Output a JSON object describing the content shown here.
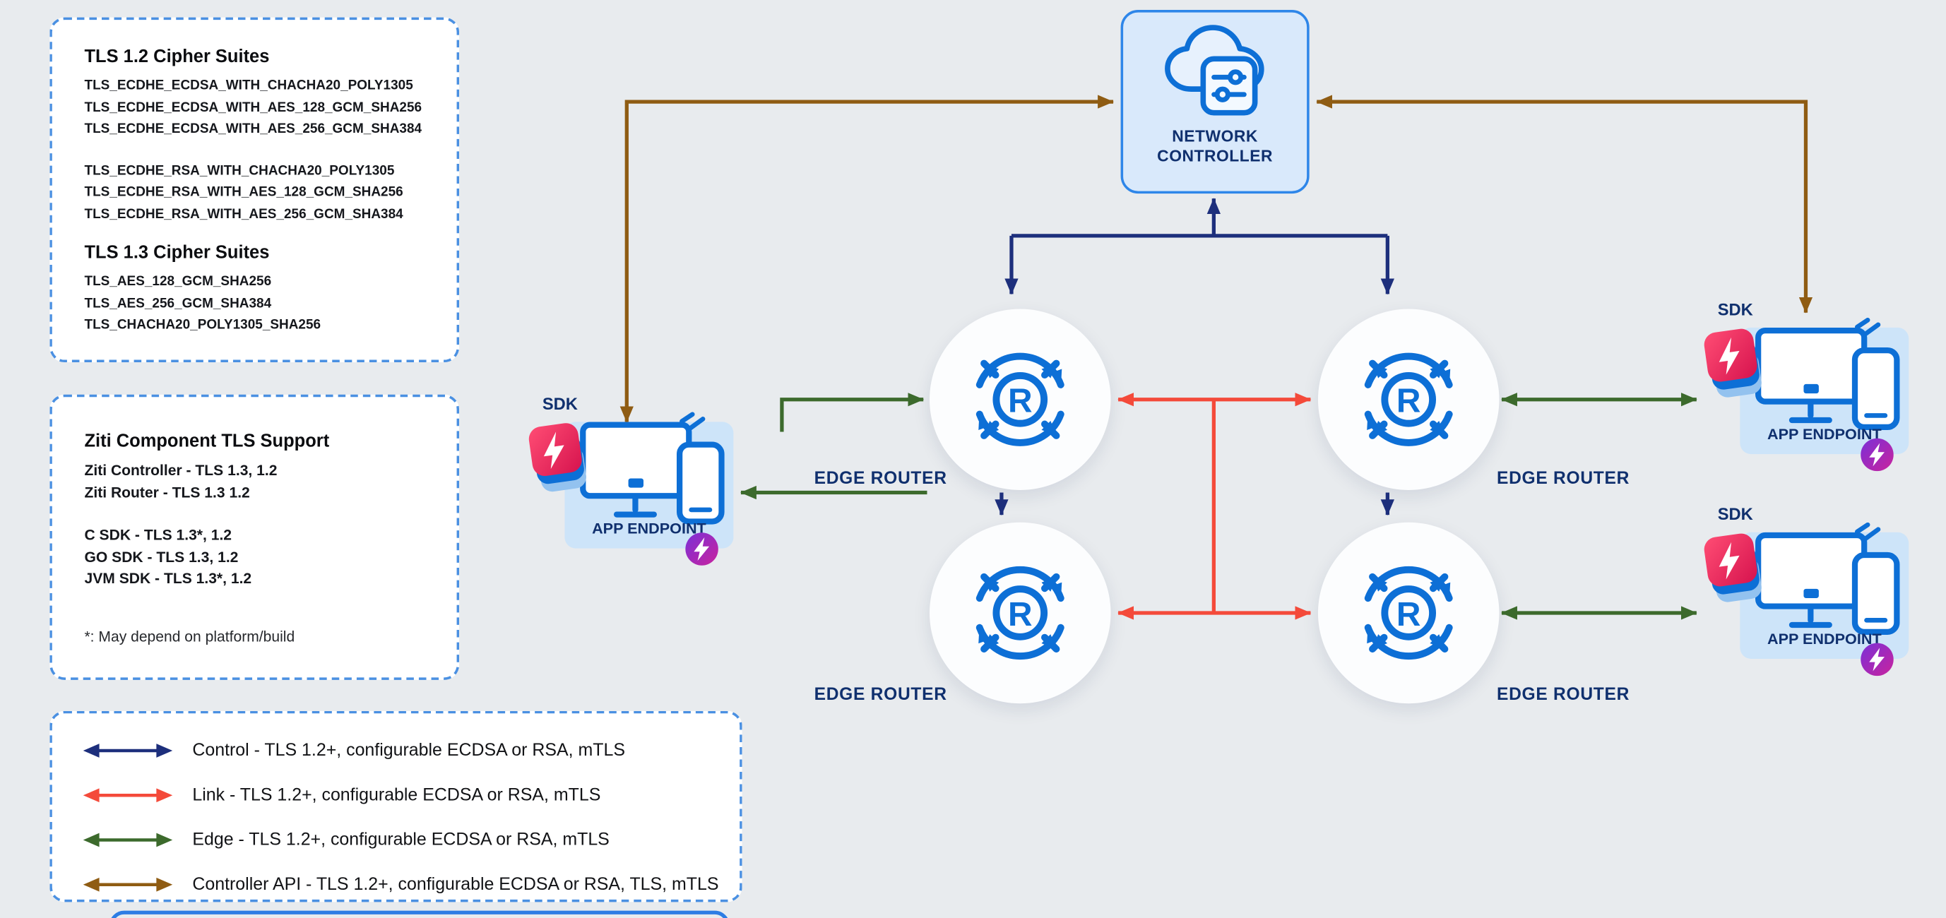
{
  "colors": {
    "control": "#1d2f7c",
    "link": "#f44a3a",
    "edge": "#3c6a2c",
    "api": "#8f5c13",
    "icon_blue": "#0d6fd6",
    "navy_text": "#10306e",
    "panel_border": "#4a90e2",
    "background": "#e8ebee"
  },
  "cipher_panel": {
    "tls12_title": "TLS 1.2 Cipher Suites",
    "tls12_ecdsa_suites": [
      "TLS_ECDHE_ECDSA_WITH_CHACHA20_POLY1305",
      "TLS_ECDHE_ECDSA_WITH_AES_128_GCM_SHA256",
      "TLS_ECDHE_ECDSA_WITH_AES_256_GCM_SHA384"
    ],
    "tls12_rsa_suites": [
      "TLS_ECDHE_RSA_WITH_CHACHA20_POLY1305",
      "TLS_ECDHE_RSA_WITH_AES_128_GCM_SHA256",
      "TLS_ECDHE_RSA_WITH_AES_256_GCM_SHA384"
    ],
    "tls13_title": "TLS 1.3 Cipher Suites",
    "tls13_suites": [
      "TLS_AES_128_GCM_SHA256",
      "TLS_AES_256_GCM_SHA384",
      "TLS_CHACHA20_POLY1305_SHA256"
    ]
  },
  "component_panel": {
    "title": "Ziti Component TLS Support",
    "core_rows": [
      "Ziti Controller - TLS 1.3, 1.2",
      "Ziti Router - TLS 1.3 1.2"
    ],
    "sdk_rows": [
      "C SDK - TLS 1.3*, 1.2",
      "GO SDK - TLS 1.3, 1.2",
      "JVM SDK - TLS 1.3*, 1.2"
    ],
    "footnote": "*: May depend on platform/build"
  },
  "legend": {
    "items": [
      {
        "name": "control",
        "color": "#1d2f7c",
        "label": "Control - TLS 1.2+, configurable ECDSA or RSA, mTLS"
      },
      {
        "name": "link",
        "color": "#f44a3a",
        "label": "Link - TLS 1.2+, configurable ECDSA or RSA, mTLS"
      },
      {
        "name": "edge",
        "color": "#3c6a2c",
        "label": "Edge - TLS 1.2+, configurable ECDSA or RSA, mTLS"
      },
      {
        "name": "controller_api",
        "color": "#8f5c13",
        "label": "Controller API - TLS 1.2+, configurable ECDSA or RSA, TLS, mTLS"
      }
    ]
  },
  "controller": {
    "label_line1": "NETWORK",
    "label_line2": "CONTROLLER"
  },
  "router": {
    "label": "EDGE ROUTER",
    "letter": "R"
  },
  "endpoint": {
    "sdk_label": "SDK",
    "label": "APP ENDPOINT"
  },
  "icons": {
    "controller": "cloud-settings-icon",
    "router": "router-circulating-arrows-icon",
    "sdk_stack": "layered-sdk-bolt-icon",
    "device": "desktop-and-phone-icon",
    "endpoint_badge": "ziti-bolt-badge-icon"
  }
}
